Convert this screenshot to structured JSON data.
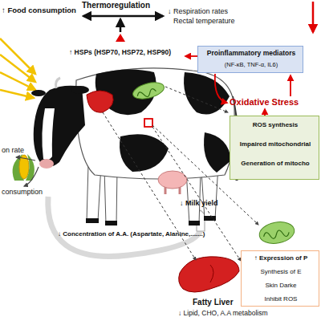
{
  "diagram": {
    "nodes": [
      {
        "text": [
          "Proinflammatory mediators",
          "(NF-κB, TNF-α, IL6)"
        ]
      },
      {
        "text": [
          "ROS synthesis",
          "Impaired mitochondrial",
          "Generation of mitocho"
        ]
      },
      {
        "text": [
          "↑ Expression of P",
          "Synthesis of E",
          "Skin Darke",
          "Inhibit ROS"
        ]
      }
    ],
    "labels": [
      "↑ Food consumption",
      "Thermoregulation",
      "↓ Respiration rates",
      "Rectal temperature",
      "↑ HSPs (HSP70, HSP72, HSP90)",
      "Oxidative Stress",
      "on rate",
      "consumption",
      "↓ Milk yield",
      "↓ Concentration of A.A. (Aspartate, Alanine,.......)",
      "Fatty Liver",
      "↓ Lipid, CHO, A.A metabolism"
    ]
  }
}
